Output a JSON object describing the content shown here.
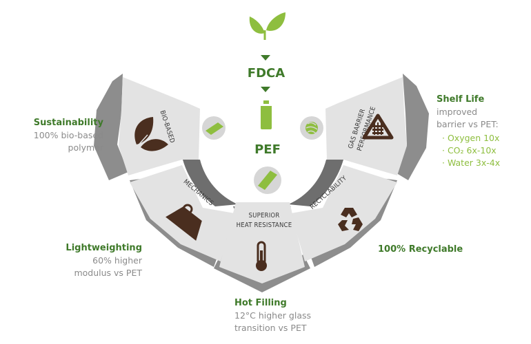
{
  "top": {
    "fdca": "FDCA",
    "pef": "PEF"
  },
  "segments": {
    "bio_based": "BIO-BASED",
    "gas_barrier_1": "GAS BARRIER",
    "gas_barrier_2": "PERFORMANCE",
    "mechanics": "MECHANICS",
    "heat_1": "SUPERIOR",
    "heat_2": "HEAT RESISTANCE",
    "recyclability": "RECYCLABILITY"
  },
  "labels": {
    "sustainability": {
      "title": "Sustainability",
      "line1": "100% bio-based",
      "line2": "polymer"
    },
    "shelf_life": {
      "title": "Shelf Life",
      "line1": "improved",
      "line2": "barrier vs PET:",
      "bullets": [
        "Oxygen 10x",
        "CO₂ 6x-10x",
        "Water 3x-4x"
      ]
    },
    "lightweighting": {
      "title": "Lightweighting",
      "line1": "60% higher",
      "line2": "modulus vs PET"
    },
    "recyclable": {
      "title": "100% Recyclable"
    },
    "hot_filling": {
      "title": "Hot Filling",
      "line1": "12°C higher glass",
      "line2": "transition vs PET"
    }
  },
  "colors": {
    "green_dark": "#3f7a2a",
    "green_light": "#8ebe3f",
    "brown": "#4a2e1f",
    "segment": "#e3e3e3",
    "rim": "#8d8d8d"
  }
}
